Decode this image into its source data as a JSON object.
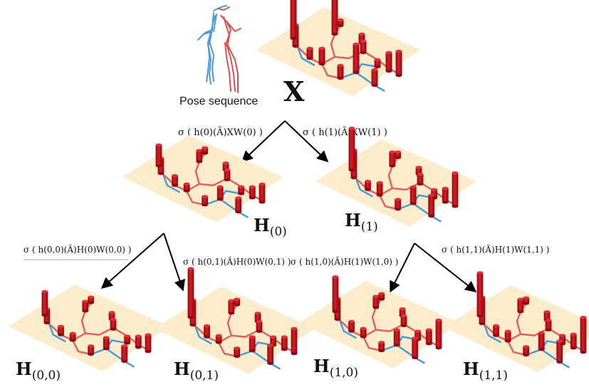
{
  "pose_label": "Pose sequence",
  "root_label": "X",
  "edges": {
    "l0": "σ ( h(0)(Ã)XW(0) )",
    "l1": "σ ( h(1)(Ã)XW(1) )",
    "l00": "σ ( h(0,0)(Ã)H(0)W(0,0) )",
    "l01": "σ ( h(0,1)(Ã)H(0)W(0,1) )",
    "l10": "σ ( h(1,0)(Ã)H(1)W(1,0) )",
    "l11": "σ ( h(1,1)(Ã)H(1)W(1,1) )"
  },
  "nodes": {
    "h0": {
      "main": "H",
      "sub": "(0)"
    },
    "h1": {
      "main": "H",
      "sub": "(1)"
    },
    "h00": {
      "main": "H",
      "sub": "(0,0)"
    },
    "h01": {
      "main": "H",
      "sub": "(0,1)"
    },
    "h10": {
      "main": "H",
      "sub": "(1,0)"
    },
    "h11": {
      "main": "H",
      "sub": "(1,1)"
    }
  },
  "colors": {
    "plane": "#fbeccb",
    "cylinder": "#c8141c",
    "cylinder_top": "#e0303a",
    "skeleton_red": "#e06060",
    "skeleton_blue": "#4a9ad8",
    "arrow": "#000000"
  }
}
